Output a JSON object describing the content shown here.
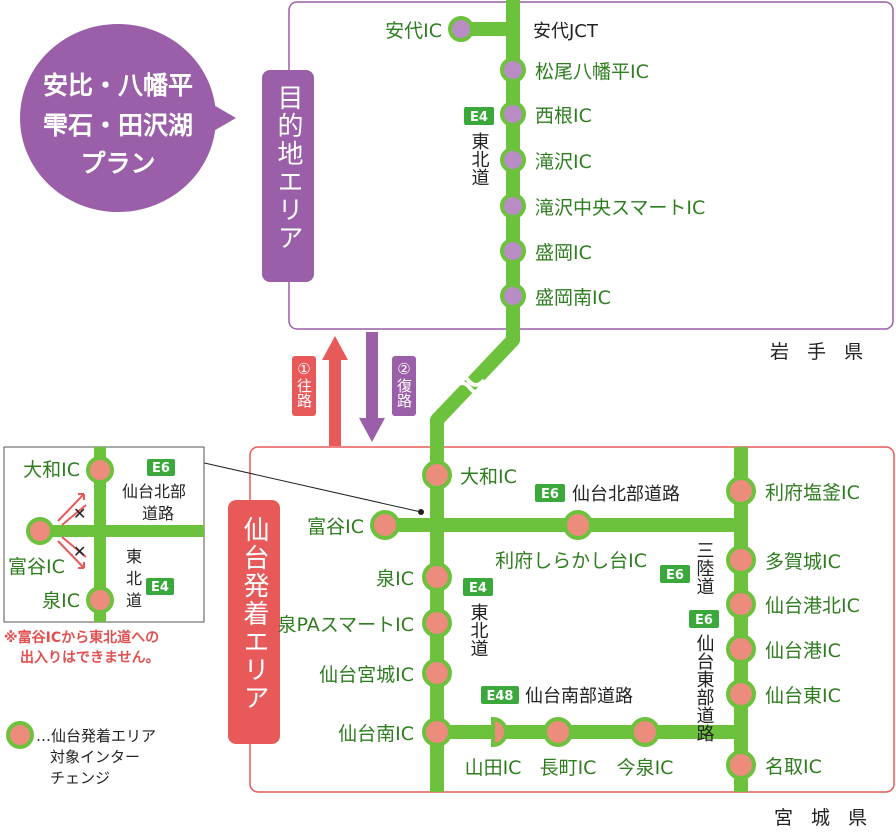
{
  "plan_bubble": {
    "line1": "安比・八幡平",
    "line2": "雫石・田沢湖",
    "line3": "プラン"
  },
  "destination_area": {
    "label": "目的地エリア",
    "prefecture": "岩 手 県"
  },
  "departure_area": {
    "label": "仙台発着エリア",
    "prefecture": "宮 城 県"
  },
  "routes": {
    "outbound": "①往路",
    "return": "②復路"
  },
  "colors": {
    "road": "#6cc23c",
    "destination": "#9b5ea8",
    "departure": "#e85a5a",
    "node_dest": "#b98cc6",
    "node_dep": "#ec8c7d"
  },
  "tohoku": {
    "badge": "E4",
    "name": "東北道"
  },
  "e6_north": {
    "badge": "E6",
    "name": "仙台北部道路"
  },
  "e6_east": {
    "badge": "E6",
    "name1": "三陸道",
    "name2": "仙台東部道路"
  },
  "e48": {
    "badge": "E48",
    "name": "仙台南部道路"
  },
  "iwate_ics": [
    "安代IC",
    "松尾八幡平IC",
    "西根IC",
    "滝沢IC",
    "滝沢中央スマートIC",
    "盛岡IC",
    "盛岡南IC"
  ],
  "ashiro_jct": "安代JCT",
  "miyagi_ics": {
    "daiwa": "大和IC",
    "tomiya": "富谷IC",
    "izumi": "泉IC",
    "izumi_pa": "泉PAスマートIC",
    "sendai_miyagi": "仙台宮城IC",
    "sendai_minami": "仙台南IC",
    "rifu_shirakashi": "利府しらかし台IC",
    "rifu_shiogama": "利府塩釜IC",
    "tagajo": "多賀城IC",
    "sendaiko_kita": "仙台港北IC",
    "sendaiko": "仙台港IC",
    "sendai_higashi": "仙台東IC",
    "natori": "名取IC",
    "yamada": "山田IC",
    "nagamachi": "長町IC",
    "imaizumi": "今泉IC"
  },
  "inset": {
    "daiwa": "大和IC",
    "tomiya": "富谷IC",
    "izumi": "泉IC",
    "e6_badge": "E6",
    "e6_name1": "仙台北部",
    "e6_name2": "道路",
    "e4_badge": "E4",
    "e4_name1": "東",
    "e4_name2": "北",
    "e4_name3": "道"
  },
  "note": {
    "line1": "※富谷ICから東北道への",
    "line2": "出入りはできません。"
  },
  "legend": {
    "line1": "…仙台発着エリア",
    "line2": "対象インター",
    "line3": "チェンジ"
  }
}
